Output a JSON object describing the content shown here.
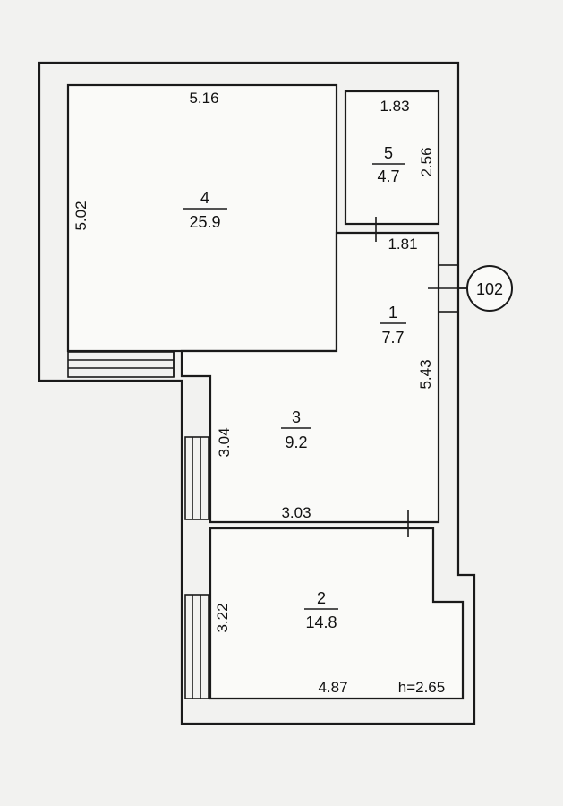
{
  "rooms": [
    {
      "number": "4",
      "area": "25.9"
    },
    {
      "number": "5",
      "area": "4.7"
    },
    {
      "number": "1",
      "area": "7.7"
    },
    {
      "number": "3",
      "area": "9.2"
    },
    {
      "number": "2",
      "area": "14.8"
    }
  ],
  "dimensions": {
    "room4_width": "5.16",
    "room4_height": "5.02",
    "room5_width": "1.83",
    "room5_height": "2.56",
    "room1_width": "1.81",
    "room1_height": "5.43",
    "room3_height": "3.04",
    "room3_width": "3.03",
    "room2_height": "3.22",
    "room2_width": "4.87"
  },
  "ceiling_height": "h=2.65",
  "apartment_number": "102"
}
